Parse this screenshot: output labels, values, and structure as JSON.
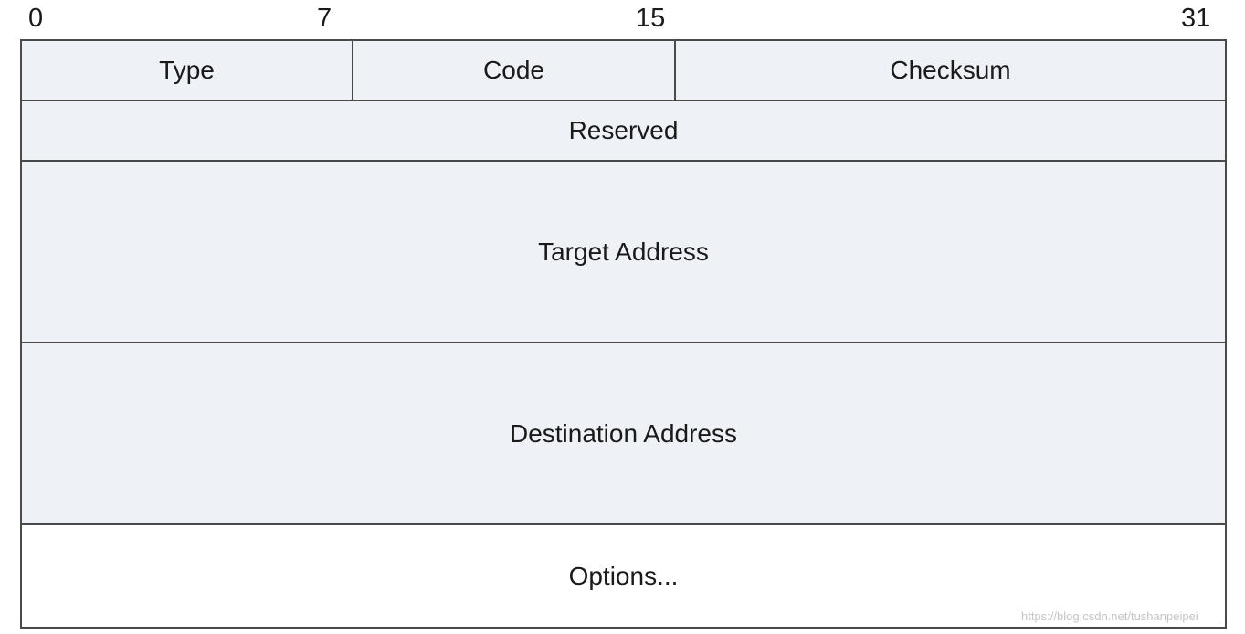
{
  "bit_positions": [
    "0",
    "7",
    "15",
    "31"
  ],
  "fields": {
    "type": "Type",
    "code": "Code",
    "checksum": "Checksum",
    "reserved": "Reserved",
    "target_address": "Target Address",
    "destination_address": "Destination Address",
    "options": "Options..."
  },
  "colors": {
    "field_fill": "#eef1f6",
    "options_fill": "#ffffff",
    "border": "#4a4a4a"
  },
  "watermark": "https://blog.csdn.net/tushanpeipei"
}
